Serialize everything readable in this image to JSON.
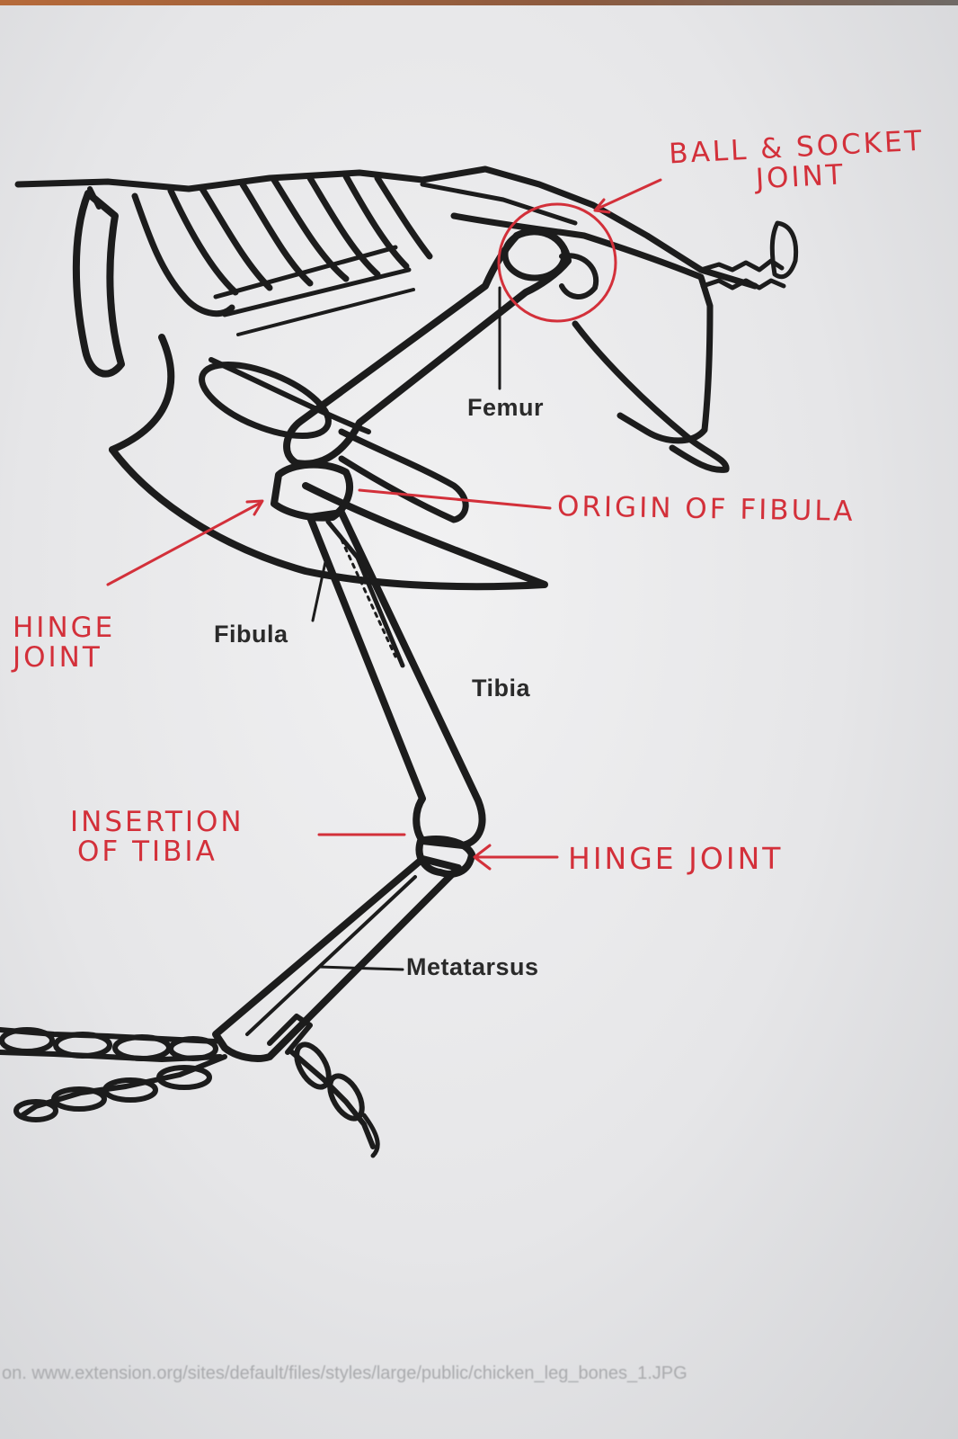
{
  "diagram": {
    "printed_labels": {
      "femur": "Femur",
      "fibula": "Fibula",
      "tibia": "Tibia",
      "metatarsus": "Metatarsus"
    },
    "handwritten_labels": {
      "ball_socket_line1": "BALL & SOCKET",
      "ball_socket_line2": "JOINT",
      "origin_fibula": "ORIGIN OF FIBULA",
      "hinge_left_line1": "HINGE",
      "hinge_left_line2": "JOINT",
      "insertion_line1": "INSERTION",
      "insertion_line2": "OF TIBIA",
      "hinge_right": "HINGE JOINT"
    },
    "source_text": "on. www.extension.org/sites/default/files/styles/large/public/chicken_leg_bones_1.JPG",
    "colors": {
      "annotation_red": "#d3303a",
      "ink": "#1c1c1c",
      "paper": "#ececee"
    }
  }
}
